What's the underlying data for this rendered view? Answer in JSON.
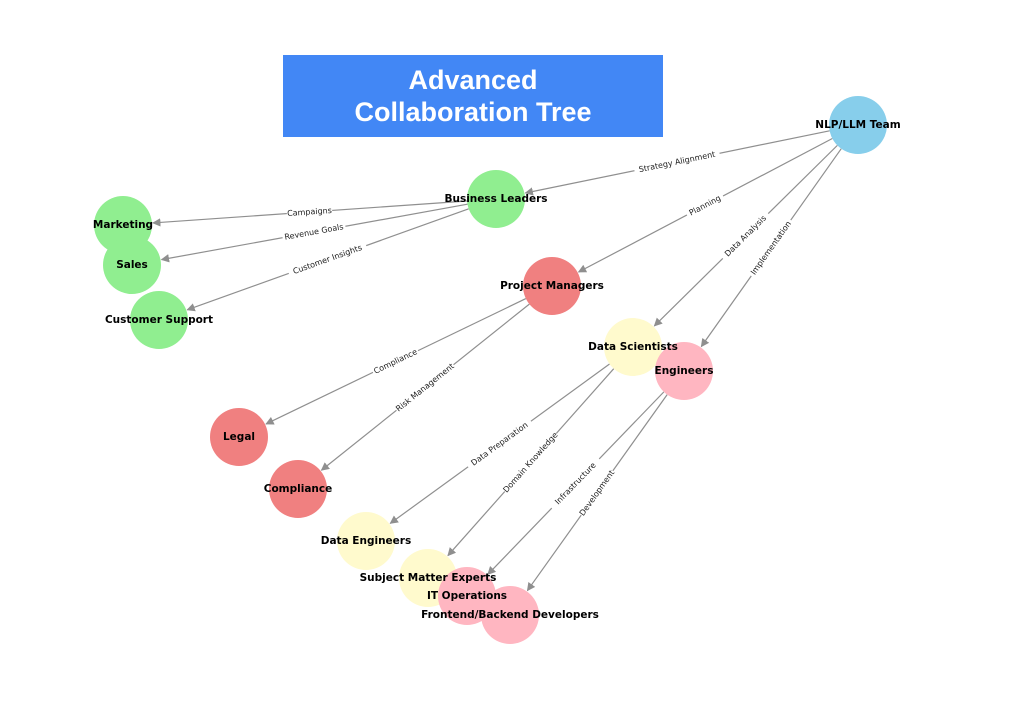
{
  "title": {
    "line1": "Advanced",
    "line2": "Collaboration Tree"
  },
  "colors": {
    "title_bg": "#4287f5",
    "root": "#87ceeb",
    "business": "#90ee90",
    "project": "#f08080",
    "data": "#fffacd",
    "engineering": "#ffb6c1",
    "edge": "#8f8f8f"
  },
  "nodes": [
    {
      "id": "nlp",
      "label": "NLP/LLM Team",
      "group": "root"
    },
    {
      "id": "business",
      "label": "Business Leaders",
      "group": "business"
    },
    {
      "id": "marketing",
      "label": "Marketing",
      "group": "business"
    },
    {
      "id": "sales",
      "label": "Sales",
      "group": "business"
    },
    {
      "id": "support",
      "label": "Customer Support",
      "group": "business"
    },
    {
      "id": "pm",
      "label": "Project Managers",
      "group": "project"
    },
    {
      "id": "legal",
      "label": "Legal",
      "group": "project"
    },
    {
      "id": "compliance",
      "label": "Compliance",
      "group": "project"
    },
    {
      "id": "ds",
      "label": "Data Scientists",
      "group": "data"
    },
    {
      "id": "de",
      "label": "Data Engineers",
      "group": "data"
    },
    {
      "id": "sme",
      "label": "Subject Matter Experts",
      "group": "data"
    },
    {
      "id": "eng",
      "label": "Engineers",
      "group": "engineering"
    },
    {
      "id": "itops",
      "label": "IT Operations",
      "group": "engineering"
    },
    {
      "id": "devs",
      "label": "Frontend/Backend Developers",
      "group": "engineering"
    }
  ],
  "edges": [
    {
      "from": "nlp",
      "to": "business",
      "label": "Strategy Alignment"
    },
    {
      "from": "nlp",
      "to": "pm",
      "label": "Planning"
    },
    {
      "from": "nlp",
      "to": "ds",
      "label": "Data Analysis"
    },
    {
      "from": "nlp",
      "to": "eng",
      "label": "Implementation"
    },
    {
      "from": "business",
      "to": "marketing",
      "label": "Campaigns"
    },
    {
      "from": "business",
      "to": "sales",
      "label": "Revenue Goals"
    },
    {
      "from": "business",
      "to": "support",
      "label": "Customer Insights"
    },
    {
      "from": "pm",
      "to": "legal",
      "label": "Compliance"
    },
    {
      "from": "pm",
      "to": "compliance",
      "label": "Risk Management"
    },
    {
      "from": "ds",
      "to": "de",
      "label": "Data Preparation"
    },
    {
      "from": "ds",
      "to": "sme",
      "label": "Domain Knowledge"
    },
    {
      "from": "eng",
      "to": "itops",
      "label": "Infrastructure"
    },
    {
      "from": "eng",
      "to": "devs",
      "label": "Development"
    }
  ]
}
